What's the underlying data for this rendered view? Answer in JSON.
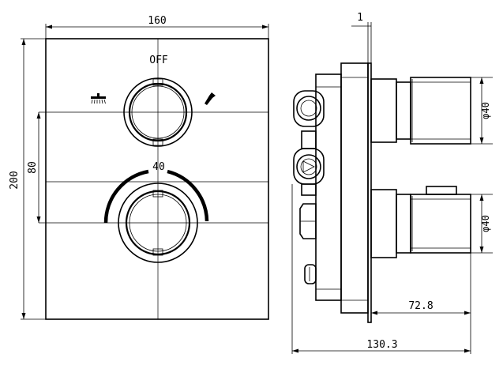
{
  "front_view": {
    "width_label": "160",
    "height_label": "200",
    "spacing_label": "80",
    "top_knob_label": "OFF",
    "bottom_knob_label": "40",
    "icons": {
      "left": "shower-head-icon",
      "right": "hand-shower-icon"
    }
  },
  "side_view": {
    "plate_thickness_label": "1",
    "top_outlet_label": "φ40",
    "bottom_outlet_label": "φ40",
    "front_depth_label": "72.8",
    "total_depth_label": "130.3"
  }
}
